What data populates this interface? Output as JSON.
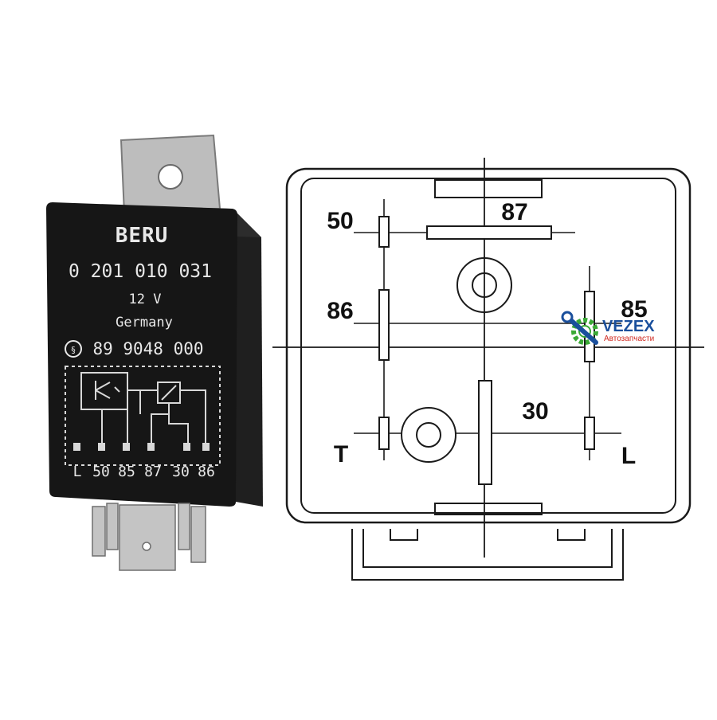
{
  "relay": {
    "brand": "BERU",
    "part_number": "0 201 010 031",
    "voltage": "12 V",
    "origin": "Germany",
    "code": "89 9048 000",
    "terminals": [
      "L",
      "50",
      "85",
      "87",
      "30",
      "86"
    ]
  },
  "diagram": {
    "pins": {
      "p50": "50",
      "p87": "87",
      "p86": "86",
      "p85": "85",
      "p30": "30",
      "pT": "T",
      "pL": "L"
    }
  },
  "watermark": {
    "brand": "VEZEX",
    "subtitle": "Автозапчасти",
    "colors": {
      "blue": "#1a4f9c",
      "green": "#3aa935",
      "red": "#d0281f"
    }
  }
}
